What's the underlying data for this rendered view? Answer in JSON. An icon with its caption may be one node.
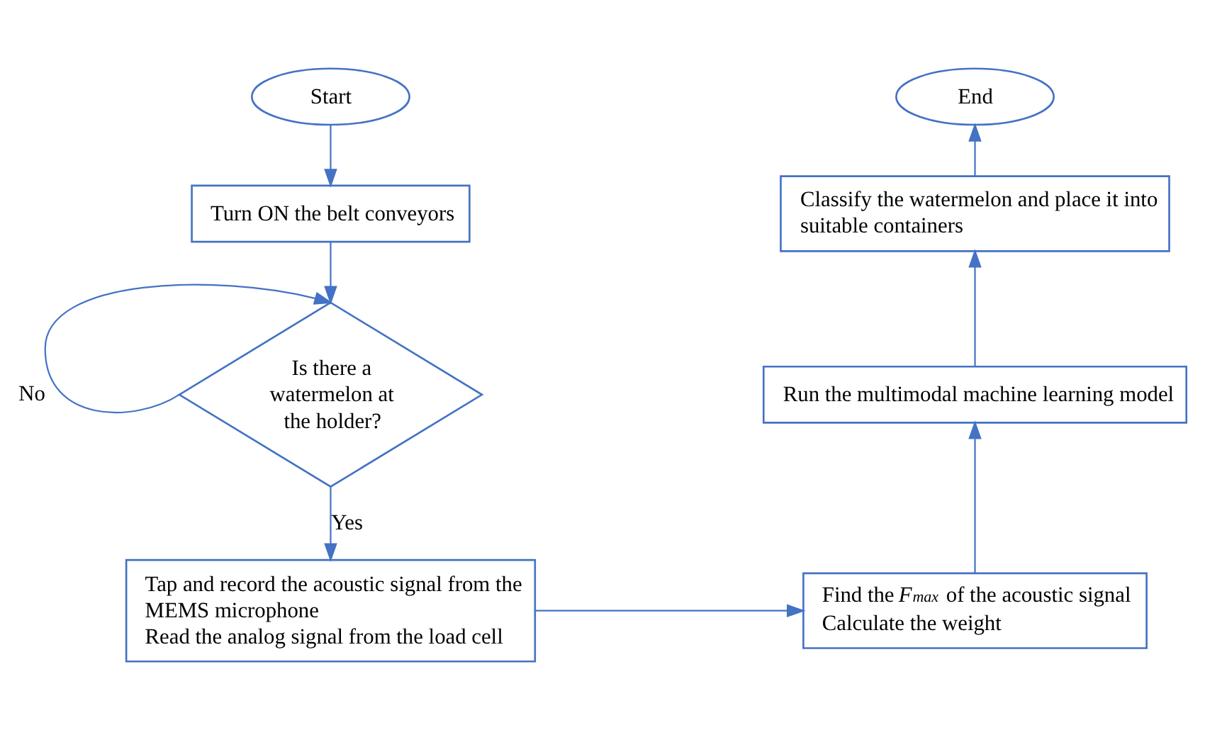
{
  "diagram": {
    "nodes": [
      {
        "text": [
          "Start"
        ]
      },
      {
        "text": [
          "Turn ON the belt conveyors"
        ]
      },
      {
        "text": [
          "Is there a watermelon at the holder?"
        ]
      },
      {
        "text": [
          "Tap and record the acoustic signal from the MEMS microphone",
          "Read the analog signal from the load cell"
        ]
      },
      {
        "text": [
          "Find the *F*$_{max}$ of the acoustic signal",
          "Calculate the weight"
        ]
      },
      {
        "text": [
          "Run the multimodal machine learning model"
        ]
      },
      {
        "text": [
          "Classify the watermelon and place it into suitable containers"
        ]
      },
      {
        "text": [
          "End"
        ]
      }
    ],
    "edges": [
      {
        "from": 0,
        "to": 1,
        "arrow": "to"
      },
      {
        "from": 1,
        "to": 2,
        "arrow": "to"
      },
      {
        "from": 2,
        "to": 2,
        "arrow": "to",
        "label": "No"
      },
      {
        "from": 2,
        "to": 3,
        "arrow": "to",
        "label": "Yes"
      },
      {
        "from": 3,
        "to": 4,
        "arrow": "to"
      },
      {
        "from": 4,
        "to": 5,
        "arrow": "to"
      },
      {
        "from": 5,
        "to": 6,
        "arrow": "to"
      },
      {
        "from": 6,
        "to": 7,
        "arrow": "to"
      }
    ]
  }
}
